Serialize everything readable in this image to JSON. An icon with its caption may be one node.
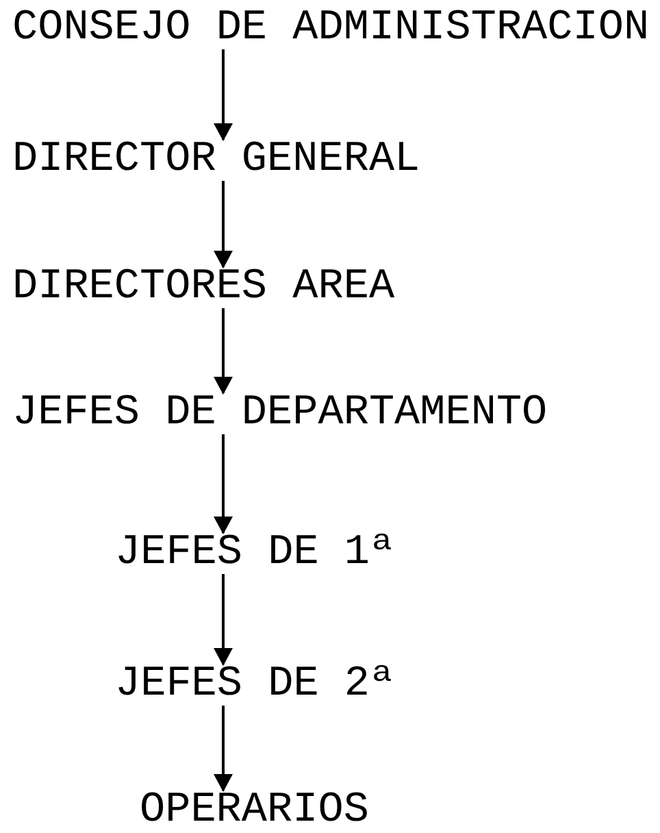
{
  "diagram": {
    "nodes": [
      {
        "text": [
          "CONSEJO DE ADMINISTRACION"
        ]
      },
      {
        "text": [
          "DIRECTOR GENERAL"
        ]
      },
      {
        "text": [
          "DIRECTORES AREA"
        ]
      },
      {
        "text": [
          "JEFES DE DEPARTAMENTO"
        ]
      },
      {
        "text": [
          "JEFES DE 1ª"
        ]
      },
      {
        "text": [
          "JEFES DE 2ª"
        ]
      },
      {
        "text": [
          "OPERARIOS"
        ]
      }
    ],
    "edges": [
      {
        "from": 0,
        "to": 1,
        "arrow": "to"
      },
      {
        "from": 1,
        "to": 2,
        "arrow": "to"
      },
      {
        "from": 2,
        "to": 3,
        "arrow": "to"
      },
      {
        "from": 3,
        "to": 4,
        "arrow": "to"
      },
      {
        "from": 4,
        "to": 5,
        "arrow": "to"
      },
      {
        "from": 5,
        "to": 6,
        "arrow": "to"
      }
    ]
  }
}
